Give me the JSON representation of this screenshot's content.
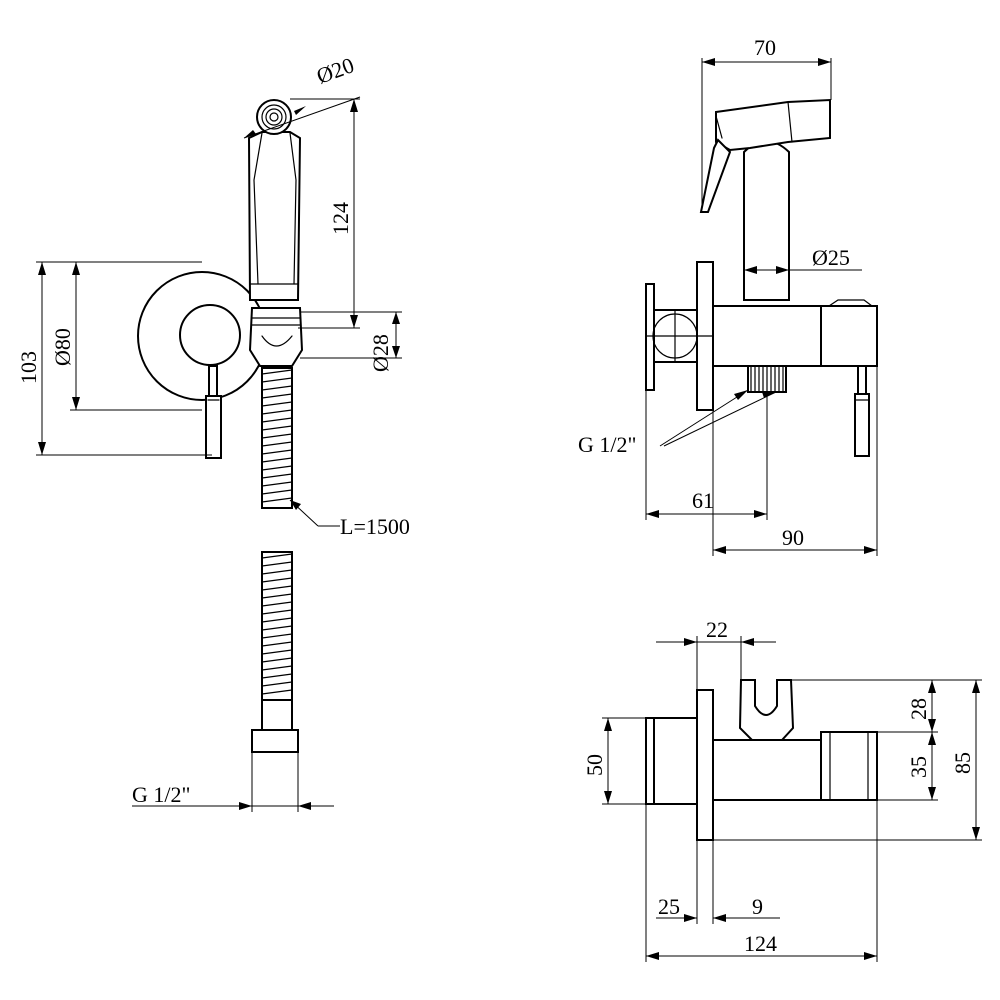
{
  "front_view": {
    "spray_diameter": "Ø20",
    "spray_length": "124",
    "holder_diameter": "Ø28",
    "rosette_height": "103",
    "rosette_diameter": "Ø80",
    "hose_length": "L=1500",
    "hose_thread": "G 1/2\""
  },
  "side_view": {
    "spray_width": "70",
    "spray_diameter": "Ø25",
    "outlet_thread": "G 1/2\"",
    "depth_outlet": "61",
    "depth_total": "90"
  },
  "top_view": {
    "holder_offset": "22",
    "holder_height": "28",
    "body_height": "35",
    "total_height": "85",
    "flange_height": "50",
    "flange_width": "25",
    "flange_thickness": "9",
    "total_length": "124"
  },
  "colors": {
    "line": "#000000",
    "background": "#ffffff"
  }
}
